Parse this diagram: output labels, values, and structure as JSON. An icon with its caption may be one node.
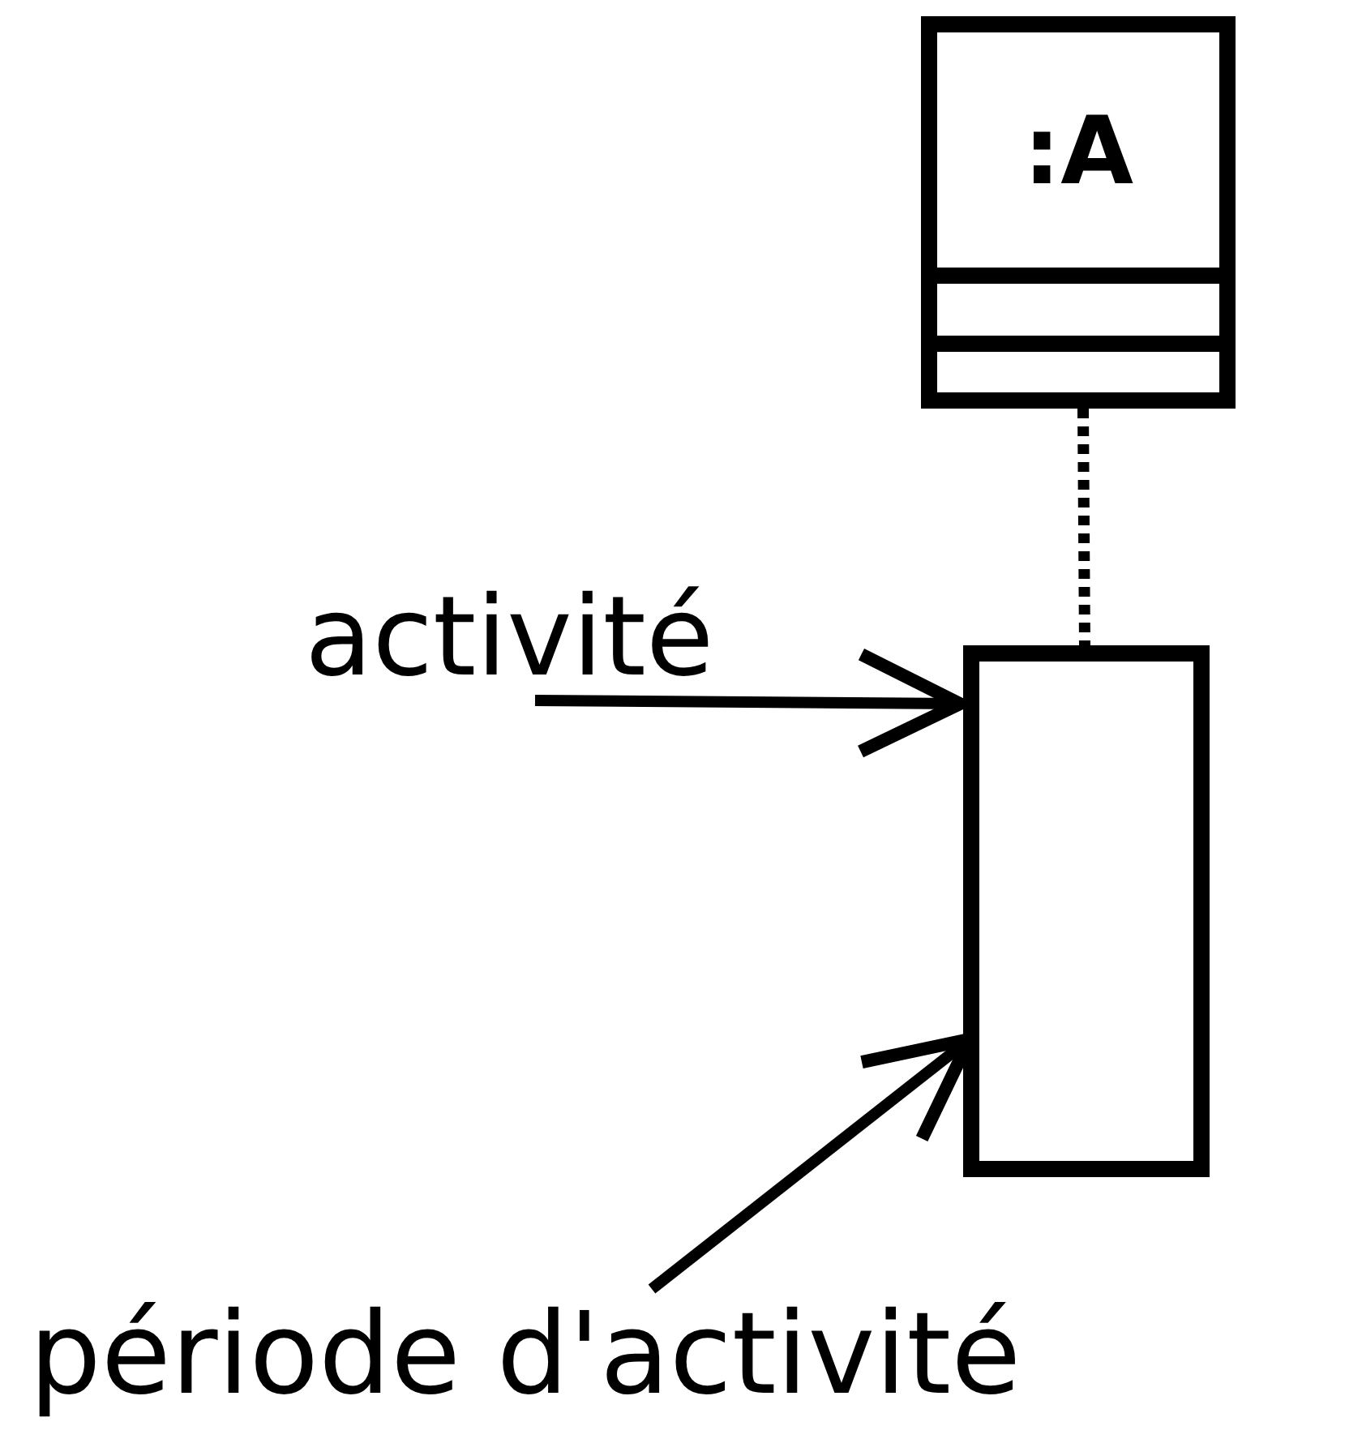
{
  "diagram": {
    "nodes": [
      {
        "text": [
          ":A"
        ]
      },
      {
        "text": [
          "activité"
        ]
      },
      {
        "text": [],
        "shape": "box"
      },
      {
        "text": [
          "période d'activité"
        ]
      }
    ],
    "edges": [
      {
        "from": 0,
        "to": 2,
        "arrow": "none",
        "style": "dashed"
      },
      {
        "from": 1,
        "to": 2,
        "arrow": "to"
      },
      {
        "from": 3,
        "to": 2,
        "arrow": "to"
      }
    ]
  }
}
